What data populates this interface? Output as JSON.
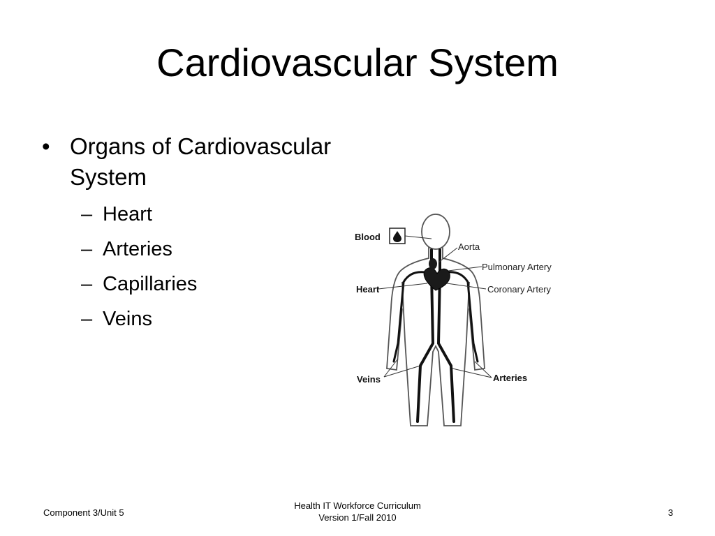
{
  "slide": {
    "title": "Cardiovascular System",
    "bullets": [
      {
        "line1": "Organs of Cardiovascular",
        "line2": "System",
        "sub": [
          "Heart",
          "Arteries",
          "Capillaries",
          "Veins"
        ]
      }
    ]
  },
  "figure": {
    "labels": {
      "blood": "Blood",
      "heart": "Heart",
      "veins": "Veins",
      "aorta": "Aorta",
      "pulmonary": "Pulmonary Artery",
      "coronary": "Coronary Artery",
      "arteries": "Arteries"
    }
  },
  "footer": {
    "left": "Component 3/Unit 5",
    "center_line1": "Health IT Workforce Curriculum",
    "center_line2": "Version 1/Fall 2010",
    "page": "3"
  }
}
